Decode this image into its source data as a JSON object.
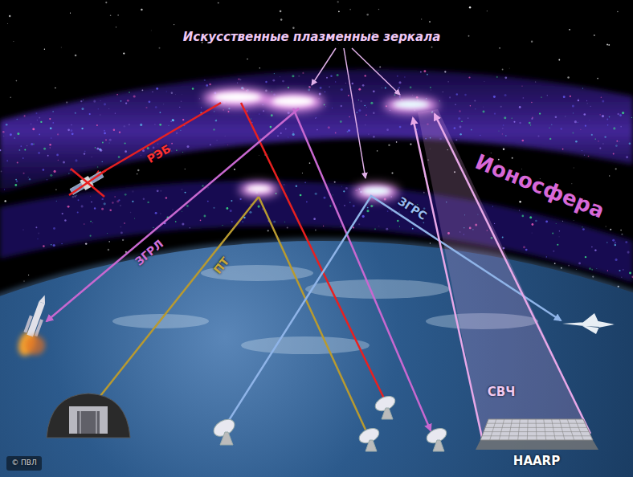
{
  "diagram": {
    "labels": [
      "Искусственные плазменные зеркала",
      "РЭБ",
      "Ионосфера",
      "ЗГРЛ",
      "ПТ",
      "ЗГРС",
      "СВЧ",
      "HAARP",
      "© ПВЛ"
    ]
  }
}
